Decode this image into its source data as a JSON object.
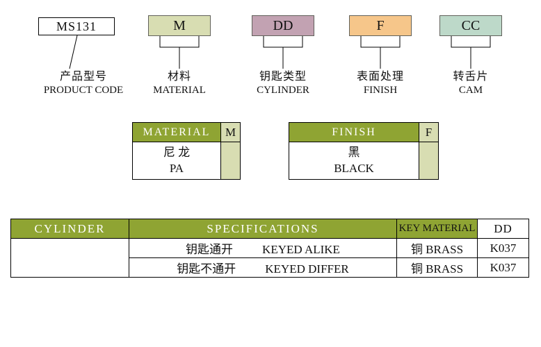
{
  "colors": {
    "olive_header": "#8fa433",
    "light_green": "#d8ddb2",
    "box_product": "#ffffff",
    "box_material": "#d8ddb2",
    "box_cylinder": "#c2a2b2",
    "box_finish": "#f6c68a",
    "box_cam": "#bdd9c9"
  },
  "code_diagram": {
    "boxes": [
      {
        "code": "MS131",
        "label_zh": "产品型号",
        "label_en": "PRODUCT CODE"
      },
      {
        "code": "M",
        "label_zh": "材料",
        "label_en": "MATERIAL"
      },
      {
        "code": "DD",
        "label_zh": "钥匙类型",
        "label_en": "CYLINDER"
      },
      {
        "code": "F",
        "label_zh": "表面处理",
        "label_en": "FINISH"
      },
      {
        "code": "CC",
        "label_zh": "转舌片",
        "label_en": "CAM"
      }
    ]
  },
  "material_table": {
    "header": "MATERIAL",
    "code": "M",
    "value_zh": "尼 龙",
    "value_en": "PA"
  },
  "finish_table": {
    "header": "FINISH",
    "code": "F",
    "value_zh": "黑",
    "value_en": "BLACK"
  },
  "spec_table": {
    "headers": {
      "cylinder": "CYLINDER",
      "specifications": "SPECIFICATIONS",
      "key_material": "KEY MATERIAL",
      "dd": "DD"
    },
    "rows": [
      {
        "cylinder": "",
        "spec_zh": "钥匙通开",
        "spec_en": "KEYED ALIKE",
        "key_material": "铜 BRASS",
        "dd": "K037"
      },
      {
        "cylinder": "",
        "spec_zh": "钥匙不通开",
        "spec_en": "KEYED DIFFER",
        "key_material": "铜 BRASS",
        "dd": "K037"
      }
    ]
  }
}
